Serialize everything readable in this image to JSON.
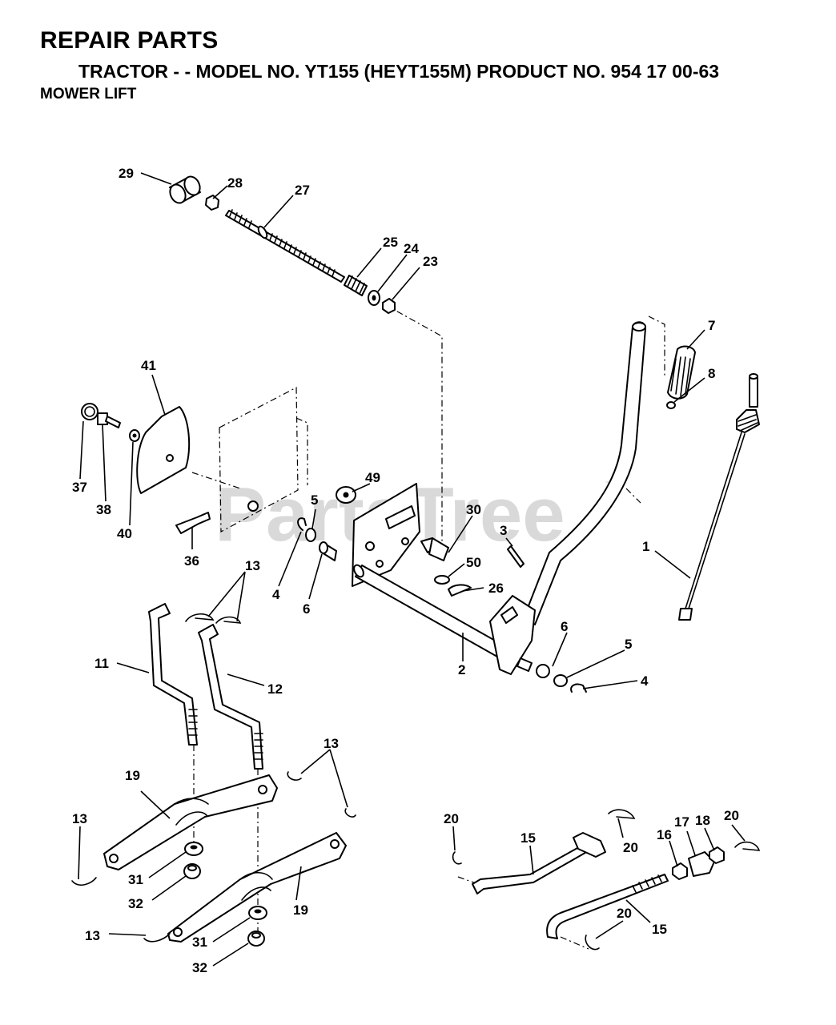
{
  "header": {
    "title": "REPAIR PARTS",
    "subtitle": "TRACTOR - - MODEL NO. YT155 (HEYT155M) PRODUCT NO. 954 17 00-63",
    "section": "MOWER LIFT"
  },
  "watermark": {
    "text": "PartsTree",
    "trademark": "TM"
  },
  "callouts": [
    "29",
    "28",
    "27",
    "25",
    "24",
    "23",
    "7",
    "8",
    "41",
    "37",
    "38",
    "40",
    "49",
    "5",
    "30",
    "3",
    "50",
    "26",
    "36",
    "13",
    "4",
    "6",
    "1",
    "11",
    "12",
    "2",
    "6",
    "5",
    "4",
    "13",
    "19",
    "13",
    "31",
    "32",
    "19",
    "13",
    "31",
    "32",
    "20",
    "15",
    "20",
    "16",
    "17",
    "18",
    "20",
    "20",
    "15"
  ]
}
